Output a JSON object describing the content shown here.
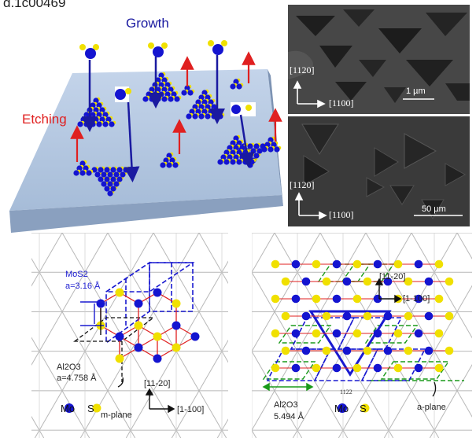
{
  "doi_fragment": "d.1c00469",
  "growth_label": "Growth",
  "etching_label": "Etching",
  "sem_top": {
    "axis_vertical": "[1120]",
    "axis_horizontal": "[1100]",
    "scale_bar": "1 µm"
  },
  "sem_bottom": {
    "axis_vertical": "[1120]",
    "axis_horizontal": "[1100]",
    "scale_bar": "50 µm"
  },
  "lattice_left": {
    "mos2_label": "MoS2",
    "mos2_a": "a=3.16 Å",
    "al2o3_label": "Al2O3",
    "al2o3_a": "a=4.758 Å",
    "dir_1": "[11-20]",
    "dir_2": "[1-100]",
    "plane": "m-plane",
    "legend_mo": "Mo",
    "legend_s": "S"
  },
  "lattice_right": {
    "dir_1": "[11-20]",
    "dir_2": "[1-100]",
    "al2o3_label": "Al2O3",
    "al2o3_a": "5.494 Å",
    "miller": "1122",
    "plane": "a-plane",
    "legend_mo": "Mo",
    "legend_s": "S"
  },
  "colors": {
    "mo": "#1414d0",
    "s": "#f0e000",
    "substrate": "#b4c8e0",
    "growth_arrow": "#1a1aa0",
    "etch_arrow": "#e02020",
    "dashed_blue": "#1a1ad0",
    "dashed_green": "#1a9a1a"
  }
}
